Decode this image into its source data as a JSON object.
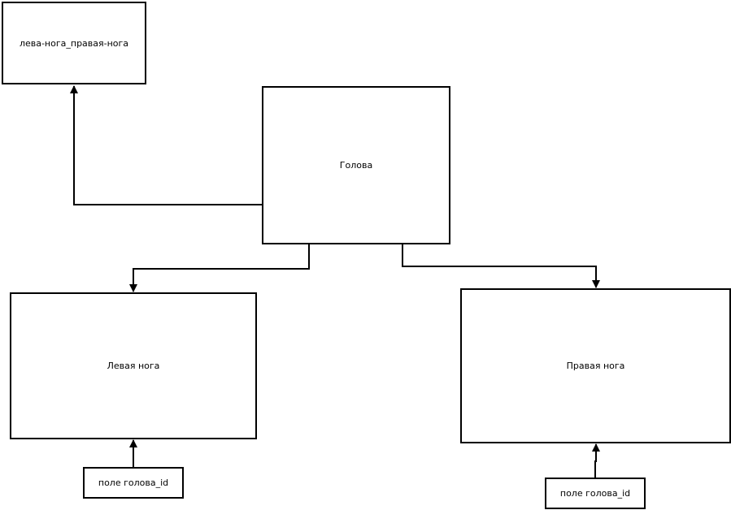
{
  "nodes": {
    "join_table": "лева-нога_правая-нога",
    "head": "Голова",
    "left_leg": "Левая нога",
    "right_leg": "Правая нога",
    "left_field": "поле голова_id",
    "right_field": "поле голова_id"
  },
  "colors": {
    "stroke": "#000000",
    "background": "#ffffff"
  }
}
